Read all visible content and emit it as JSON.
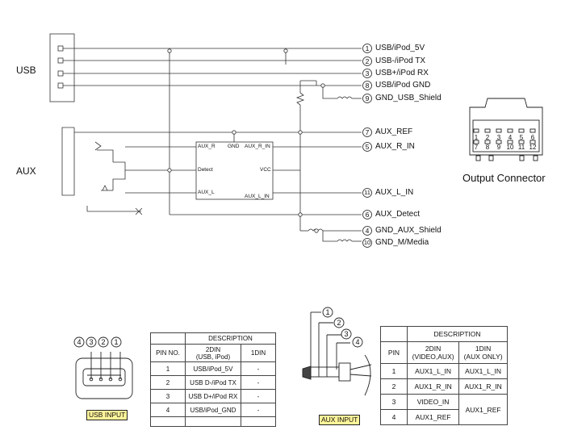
{
  "schematic": {
    "usb_label": "USB",
    "aux_label": "AUX",
    "ic": {
      "aux_r": "AUX_R",
      "gnd": "GND",
      "aux_r_in": "AUX_R_IN",
      "detect": "Detect",
      "vcc": "VCC",
      "aux_l": "AUX_L",
      "aux_l_in": "AUX_L_IN"
    },
    "pins": [
      {
        "num": "1",
        "name": "USB/iPod_5V"
      },
      {
        "num": "2",
        "name": "USB-/iPod TX"
      },
      {
        "num": "3",
        "name": "USB+/iPod RX"
      },
      {
        "num": "8",
        "name": "USB/iPod GND"
      },
      {
        "num": "9",
        "name": "GND_USB_Shield"
      },
      {
        "num": "7",
        "name": "AUX_REF"
      },
      {
        "num": "5",
        "name": "AUX_R_IN"
      },
      {
        "num": "11",
        "name": "AUX_L_IN"
      },
      {
        "num": "6",
        "name": "AUX_Detect"
      },
      {
        "num": "4",
        "name": "GND_AUX_Shield"
      },
      {
        "num": "10",
        "name": "GND_M/Media"
      }
    ]
  },
  "output_connector": {
    "title": "Output Connector",
    "top_row": [
      "1",
      "2",
      "3",
      "4",
      "5",
      "6"
    ],
    "bottom_row": [
      "7",
      "8",
      "9",
      "10",
      "11",
      "12"
    ]
  },
  "usb_input": {
    "label": "USB INPUT",
    "pin_markers": [
      "4",
      "3",
      "2",
      "1"
    ],
    "table": {
      "header_description": "DESCRIPTION",
      "col_pin": "PIN NO.",
      "col_2din": "2DIN\n(USB, iPod)",
      "col_1din": "1DIN",
      "rows": [
        {
          "pin": "1",
          "din2": "USB/iPod_5V",
          "din1": "-"
        },
        {
          "pin": "2",
          "din2": "USB D-/iPod TX",
          "din1": "-"
        },
        {
          "pin": "3",
          "din2": "USB D+/iPod RX",
          "din1": "-"
        },
        {
          "pin": "4",
          "din2": "USB/iPod_GND",
          "din1": "-"
        }
      ]
    }
  },
  "aux_input": {
    "label": "AUX INPUT",
    "pin_markers": [
      "1",
      "2",
      "3",
      "4"
    ],
    "table": {
      "header_description": "DESCRIPTION",
      "col_pin": "PIN",
      "col_2din": "2DIN\n(VIDEO,AUX)",
      "col_1din": "1DIN\n(AUX ONLY)",
      "rows": [
        {
          "pin": "1",
          "din2": "AUX1_L_IN",
          "din1": "AUX1_L_IN"
        },
        {
          "pin": "2",
          "din2": "AUX1_R_IN",
          "din1": "AUX1_R_IN"
        },
        {
          "pin": "3",
          "din2": "VIDEO_IN",
          "din1": "AUX1_REF"
        },
        {
          "pin": "4",
          "din2": "AUX1_REF",
          "din1": ""
        }
      ]
    }
  }
}
